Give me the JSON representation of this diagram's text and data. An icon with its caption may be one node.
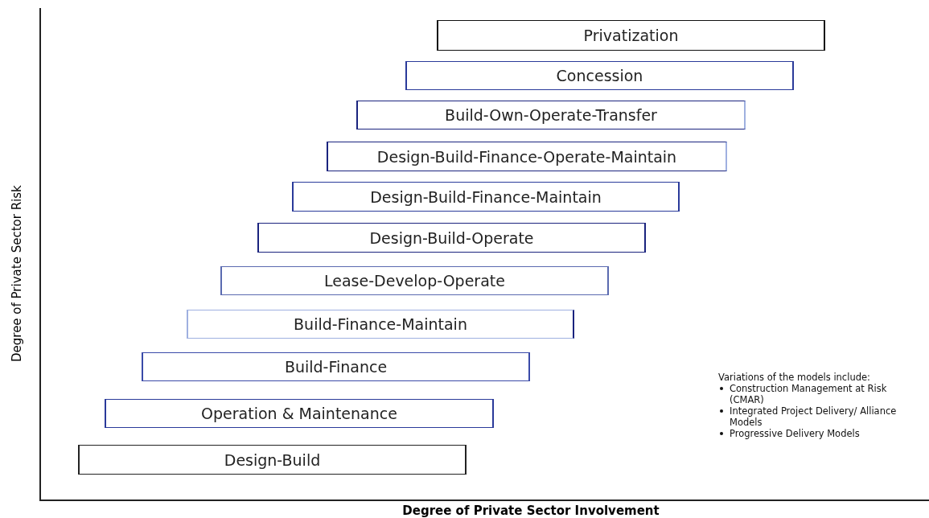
{
  "diagram": {
    "nodes": [
      {
        "text": [
          "Privatization"
        ]
      },
      {
        "text": [
          "Concession"
        ]
      },
      {
        "text": [
          "Build-Own-Operate-Transfer"
        ]
      },
      {
        "text": [
          "Design-Build-Finance-Operate-Maintain"
        ]
      },
      {
        "text": [
          "Design-Build-Finance-Maintain"
        ]
      },
      {
        "text": [
          "Design-Build-Operate"
        ]
      },
      {
        "text": [
          "Lease-Develop-Operate"
        ]
      },
      {
        "text": [
          "Build-Finance-Maintain"
        ]
      },
      {
        "text": [
          "Build-Finance"
        ]
      },
      {
        "text": [
          "Operation & Maintenance"
        ]
      },
      {
        "text": [
          "Design-Build"
        ]
      }
    ],
    "edges": [],
    "labels": [
      "Degree of Private Sector Risk",
      "Variations of the models include:",
      "Construction Management at Risk (CMAR)",
      "Integrated Project Delivery/ Alliance Models",
      "Progressive Delivery Models",
      "Degree of Private Sector Involvement"
    ]
  }
}
